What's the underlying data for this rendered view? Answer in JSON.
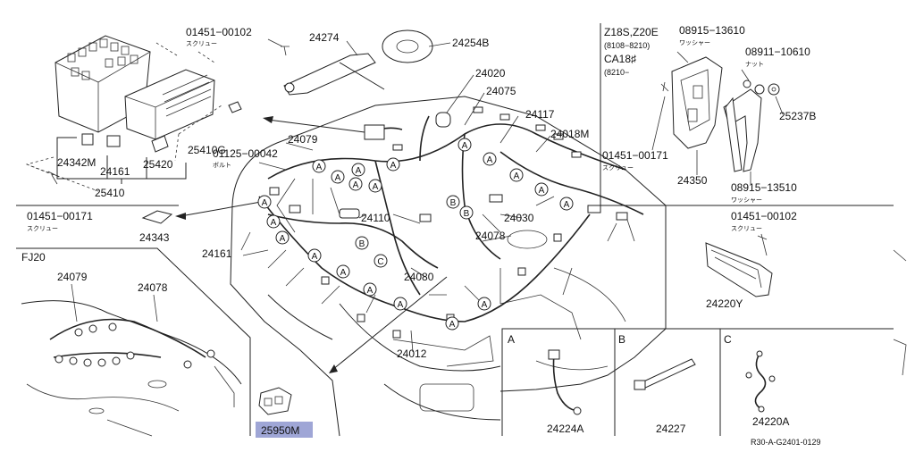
{
  "parts": {
    "p01451_00102_top": "01451−00102",
    "p01451_00102_top_jp": "スクリュー",
    "p24274": "24274",
    "p24254B": "24254B",
    "p24020": "24020",
    "p24075": "24075",
    "p24117": "24117",
    "p24018M": "24018M",
    "p24079_main": "24079",
    "p01125_00042": "01125−00042",
    "p01125_00042_jp": "ボルト",
    "p25410G": "25410G",
    "p24342M": "24342M",
    "p24161_box": "24161",
    "p25420": "25420",
    "p25410": "25410",
    "p01451_00171_left": "01451−00171",
    "p01451_00171_left_jp": "スクリュー",
    "p24343": "24343",
    "p24110": "24110",
    "p24161_main": "24161",
    "p24030": "24030",
    "p24078_main": "24078",
    "p24080": "24080",
    "p24012": "24012",
    "p25950M": "25950M",
    "fj20": "FJ20",
    "p24079_fj": "24079",
    "p24078_fj": "24078"
  },
  "inset_right": {
    "engine_codes": "Z18S,Z20E",
    "date1": "(8108−8210)",
    "engine_code2": "CA18♯",
    "date2": "(8210−",
    "p08915_13610": "08915−13610",
    "p08915_13610_jp": "ワッシャー",
    "p08911_10610": "08911−10610",
    "p08911_10610_jp": "ナット",
    "p25237B": "25237B",
    "p01451_00171": "01451−00171",
    "p01451_00171_jp": "スクリュー",
    "p24350": "24350",
    "p08915_13510": "08915−13510",
    "p08915_13510_jp": "ワッシャー"
  },
  "inset_bracket": {
    "p01451_00102": "01451−00102",
    "p01451_00102_jp": "スクリュー",
    "p24220Y": "24220Y"
  },
  "detail_boxes": [
    {
      "letter": "A",
      "part": "24224A"
    },
    {
      "letter": "B",
      "part": "24227"
    },
    {
      "letter": "C",
      "part": "24220A"
    }
  ],
  "callouts": {
    "a": "A",
    "b": "B",
    "c": "C"
  },
  "footer_code": "R30-A-G2401-0129",
  "colors": {
    "highlight": "#9fa6d6",
    "ink": "#222222"
  }
}
